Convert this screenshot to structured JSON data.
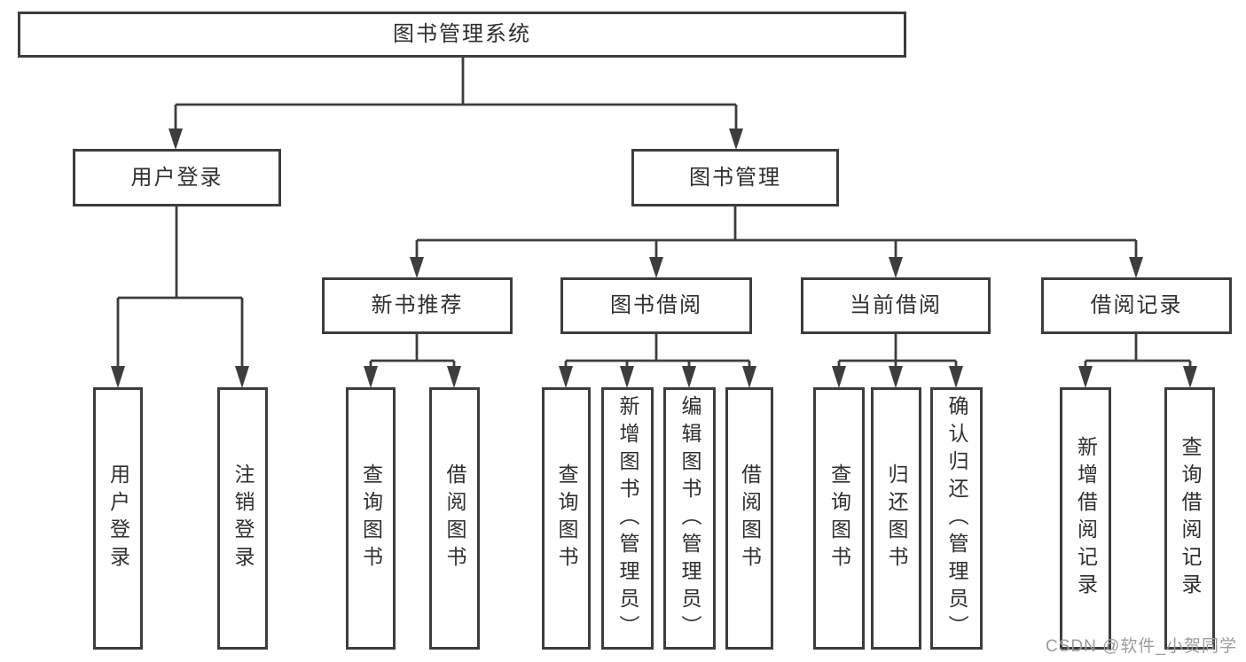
{
  "tree": {
    "root": {
      "label": "图书管理系统"
    },
    "children": [
      {
        "label": "用户登录",
        "children": [
          {
            "label": "用户登录"
          },
          {
            "label": "注销登录"
          }
        ]
      },
      {
        "label": "图书管理",
        "children": [
          {
            "label": "新书推荐",
            "children": [
              {
                "label": "查询图书"
              },
              {
                "label": "借阅图书"
              }
            ]
          },
          {
            "label": "图书借阅",
            "children": [
              {
                "label": "查询图书"
              },
              {
                "label": "新增图书（管理员）"
              },
              {
                "label": "编辑图书（管理员）"
              },
              {
                "label": "借阅图书"
              }
            ]
          },
          {
            "label": "当前借阅",
            "children": [
              {
                "label": "查询图书"
              },
              {
                "label": "归还图书"
              },
              {
                "label": "确认归还（管理员）"
              }
            ]
          },
          {
            "label": "借阅记录",
            "children": [
              {
                "label": "新增借阅记录"
              },
              {
                "label": "查询借阅记录"
              }
            ]
          }
        ]
      }
    ]
  },
  "watermark": {
    "text": "CSDN @软件_小贺同学"
  },
  "colors": {
    "line": "#3d3d3d",
    "text": "#2f2f2f",
    "background": "#ffffff",
    "watermark": "#9c9c9c"
  }
}
